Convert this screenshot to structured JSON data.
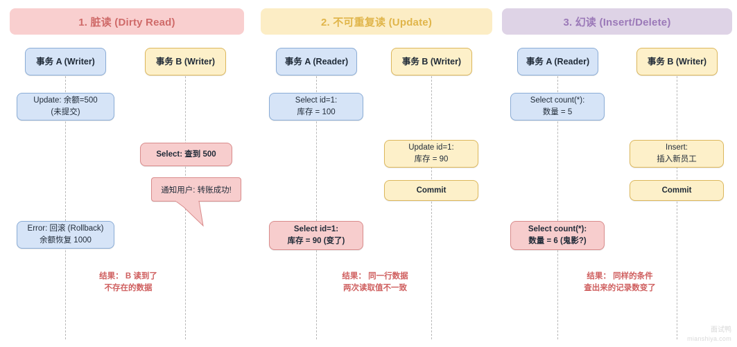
{
  "diagram": {
    "title_context": "事务并发问题示意图",
    "watermark": {
      "cn": "面试鸭",
      "en": "mianshiya.com"
    },
    "colors": {
      "pink_header_bg": "#f9cfcf",
      "pink_header_text": "#cf6a69",
      "yellow_header_bg": "#fcedc5",
      "yellow_header_text": "#e0b54a",
      "purple_header_bg": "#ded3e6",
      "purple_header_text": "#9b79b8",
      "blue_node_bg": "#d6e4f7",
      "blue_node_border": "#8aacd6",
      "yellow_node_bg": "#fdf0c9",
      "yellow_node_border": "#dcb75b",
      "pink_node_bg": "#f7cdcd",
      "pink_node_border": "#d98b8b",
      "result_text": "#cf5f5f",
      "lifeline": "#b8b8b8"
    }
  },
  "panels": [
    {
      "id": "dirty-read",
      "banner": "1. 脏读 (Dirty Read)",
      "actor_left": "事务 A (Writer)",
      "actor_right": "事务 B (Writer)",
      "nodes": {
        "a1_line1": "Update: 余额=500",
        "a1_line2": "(未提交)",
        "b1": "Select: 查到 500",
        "b2_callout": "通知用户: 转账成功!",
        "a2_line1": "Error: 回滚 (Rollback)",
        "a2_line2": "余额恢复 1000"
      },
      "result_line1": "结果： B 读到了",
      "result_line2": "不存在的数据"
    },
    {
      "id": "non-repeatable-read",
      "banner": "2. 不可重复读 (Update)",
      "actor_left": "事务 A (Reader)",
      "actor_right": "事务 B (Writer)",
      "nodes": {
        "a1_line1": "Select id=1:",
        "a1_line2": "库存 = 100",
        "b1_line1": "Update id=1:",
        "b1_line2": "库存 = 90",
        "b2": "Commit",
        "a2_line1": "Select id=1:",
        "a2_line2": "库存 = 90 (变了)"
      },
      "result_line1": "结果： 同一行数据",
      "result_line2": "两次读取值不一致"
    },
    {
      "id": "phantom-read",
      "banner": "3. 幻读 (Insert/Delete)",
      "actor_left": "事务 A (Reader)",
      "actor_right": "事务 B (Writer)",
      "nodes": {
        "a1_line1": "Select count(*):",
        "a1_line2": "数量 = 5",
        "b1_line1": "Insert:",
        "b1_line2": "插入新员工",
        "b2": "Commit",
        "a2_line1": "Select count(*):",
        "a2_line2": "数量 = 6 (鬼影?)"
      },
      "result_line1": "结果： 同样的条件",
      "result_line2": "查出来的记录数变了"
    }
  ]
}
